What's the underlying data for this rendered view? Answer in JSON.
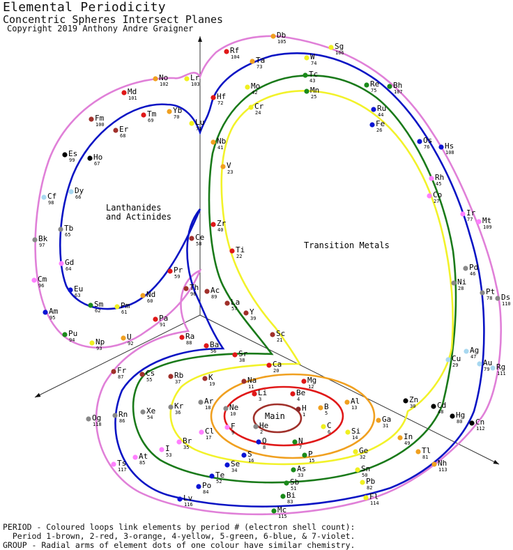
{
  "header": {
    "title": "Elemental Periodicity",
    "subtitle": "Concentric Spheres Intersect Planes",
    "copyright": "Copyright 2019 Anthony Andre Graigner"
  },
  "regions": {
    "lanthanides_line1": "Lanthanides",
    "lanthanides_line2": "and Actinides",
    "transition": "Transition Metals",
    "main": "Main"
  },
  "footer": {
    "line1": "PERIOD - Coloured loops link elements by period # (electron shell count):",
    "line2": "  Period 1-brown, 2-red, 3-orange, 4-yellow, 5-green, 6-blue, & 7-violet.",
    "line3": "GROUP - Radial arms of element dots of one colour have similar chemistry."
  },
  "colors": {
    "period1": "#a0302a",
    "period2": "#e01818",
    "period3": "#f0a020",
    "period4": "#f2f22a",
    "period5": "#1a7a1a",
    "period6": "#0a14b4",
    "period7": "#e080d8",
    "alkali": "#e01818",
    "alkaline": "#e01818",
    "transition": "#0000ff",
    "noble": "#888888",
    "halogen": "#ff80ff",
    "other": "#1a8a1a"
  },
  "elements": [
    {
      "sym": "H",
      "num": "1",
      "color": "#8a2a2a"
    },
    {
      "sym": "He",
      "num": "2",
      "color": "#888888"
    },
    {
      "sym": "Li",
      "num": "3",
      "color": "#e01818"
    },
    {
      "sym": "Be",
      "num": "4",
      "color": "#e01818"
    },
    {
      "sym": "B",
      "num": "5",
      "color": "#f0a020"
    },
    {
      "sym": "C",
      "num": "6",
      "color": "#f0f020"
    },
    {
      "sym": "N",
      "num": "7",
      "color": "#1a8a1a"
    },
    {
      "sym": "O",
      "num": "8",
      "color": "#0a14d4"
    },
    {
      "sym": "F",
      "num": "9",
      "color": "#ff80ff"
    },
    {
      "sym": "Ne",
      "num": "10",
      "color": "#888888"
    },
    {
      "sym": "Na",
      "num": "11",
      "color": "#a0302a"
    },
    {
      "sym": "Mg",
      "num": "12",
      "color": "#e01818"
    },
    {
      "sym": "Al",
      "num": "13",
      "color": "#f0a020"
    },
    {
      "sym": "Si",
      "num": "14",
      "color": "#f0f020"
    },
    {
      "sym": "P",
      "num": "15",
      "color": "#1a8a1a"
    },
    {
      "sym": "S",
      "num": "16",
      "color": "#0a14d4"
    },
    {
      "sym": "Cl",
      "num": "17",
      "color": "#ff80ff"
    },
    {
      "sym": "Ar",
      "num": "18",
      "color": "#888888"
    },
    {
      "sym": "K",
      "num": "19",
      "color": "#a0302a"
    },
    {
      "sym": "Ca",
      "num": "20",
      "color": "#e01818"
    },
    {
      "sym": "Sc",
      "num": "21",
      "color": "#a0302a"
    },
    {
      "sym": "Ti",
      "num": "22",
      "color": "#e01818"
    },
    {
      "sym": "V",
      "num": "23",
      "color": "#f0a020"
    },
    {
      "sym": "Cr",
      "num": "24",
      "color": "#f0f020"
    },
    {
      "sym": "Mn",
      "num": "25",
      "color": "#1a8a1a"
    },
    {
      "sym": "Fe",
      "num": "26",
      "color": "#0a14d4"
    },
    {
      "sym": "Co",
      "num": "27",
      "color": "#ff80ff"
    },
    {
      "sym": "Ni",
      "num": "28",
      "color": "#888888"
    },
    {
      "sym": "Cu",
      "num": "29",
      "color": "#a8d8f0"
    },
    {
      "sym": "Zn",
      "num": "30",
      "color": "#000000"
    },
    {
      "sym": "Ga",
      "num": "31",
      "color": "#f0a020"
    },
    {
      "sym": "Ge",
      "num": "32",
      "color": "#f0f020"
    },
    {
      "sym": "As",
      "num": "33",
      "color": "#1a8a1a"
    },
    {
      "sym": "Se",
      "num": "34",
      "color": "#0a14d4"
    },
    {
      "sym": "Br",
      "num": "35",
      "color": "#ff80ff"
    },
    {
      "sym": "Kr",
      "num": "36",
      "color": "#888888"
    },
    {
      "sym": "Rb",
      "num": "37",
      "color": "#a0302a"
    },
    {
      "sym": "Sr",
      "num": "38",
      "color": "#e01818"
    },
    {
      "sym": "Y",
      "num": "39",
      "color": "#a0302a"
    },
    {
      "sym": "Zr",
      "num": "40",
      "color": "#e01818"
    },
    {
      "sym": "Nb",
      "num": "41",
      "color": "#f0a020"
    },
    {
      "sym": "Mo",
      "num": "42",
      "color": "#f0f020"
    },
    {
      "sym": "Tc",
      "num": "43",
      "color": "#1a8a1a"
    },
    {
      "sym": "Ru",
      "num": "44",
      "color": "#0a14d4"
    },
    {
      "sym": "Rh",
      "num": "45",
      "color": "#ff80ff"
    },
    {
      "sym": "Pd",
      "num": "46",
      "color": "#888888"
    },
    {
      "sym": "Ag",
      "num": "47",
      "color": "#a8d8f0"
    },
    {
      "sym": "Cd",
      "num": "48",
      "color": "#000000"
    },
    {
      "sym": "In",
      "num": "49",
      "color": "#f0a020"
    },
    {
      "sym": "Sn",
      "num": "50",
      "color": "#f0f020"
    },
    {
      "sym": "Sb",
      "num": "51",
      "color": "#1a8a1a"
    },
    {
      "sym": "Te",
      "num": "52",
      "color": "#0a14d4"
    },
    {
      "sym": "I",
      "num": "53",
      "color": "#ff80ff"
    },
    {
      "sym": "Xe",
      "num": "54",
      "color": "#888888"
    },
    {
      "sym": "Cs",
      "num": "55",
      "color": "#a0302a"
    },
    {
      "sym": "Ba",
      "num": "56",
      "color": "#e01818"
    },
    {
      "sym": "La",
      "num": "57",
      "color": "#a0302a"
    },
    {
      "sym": "Ce",
      "num": "58",
      "color": "#a0302a"
    },
    {
      "sym": "Pr",
      "num": "59",
      "color": "#e01818"
    },
    {
      "sym": "Nd",
      "num": "60",
      "color": "#f0a020"
    },
    {
      "sym": "Pm",
      "num": "61",
      "color": "#f0f020"
    },
    {
      "sym": "Sm",
      "num": "62",
      "color": "#1a8a1a"
    },
    {
      "sym": "Eu",
      "num": "63",
      "color": "#0a14d4"
    },
    {
      "sym": "Gd",
      "num": "64",
      "color": "#ff80ff"
    },
    {
      "sym": "Tb",
      "num": "65",
      "color": "#888888"
    },
    {
      "sym": "Dy",
      "num": "66",
      "color": "#a8d8f0"
    },
    {
      "sym": "Ho",
      "num": "67",
      "color": "#000000"
    },
    {
      "sym": "Er",
      "num": "68",
      "color": "#a0302a"
    },
    {
      "sym": "Tm",
      "num": "69",
      "color": "#e01818"
    },
    {
      "sym": "Yb",
      "num": "70",
      "color": "#f0a020"
    },
    {
      "sym": "Lu",
      "num": "71",
      "color": "#f0f020"
    },
    {
      "sym": "Hf",
      "num": "72",
      "color": "#e01818"
    },
    {
      "sym": "Ta",
      "num": "73",
      "color": "#f0a020"
    },
    {
      "sym": "W",
      "num": "74",
      "color": "#f0f020"
    },
    {
      "sym": "Re",
      "num": "75",
      "color": "#1a8a1a"
    },
    {
      "sym": "Os",
      "num": "76",
      "color": "#0a14d4"
    },
    {
      "sym": "Ir",
      "num": "77",
      "color": "#ff80ff"
    },
    {
      "sym": "Pt",
      "num": "78",
      "color": "#888888"
    },
    {
      "sym": "Au",
      "num": "79",
      "color": "#a8d8f0"
    },
    {
      "sym": "Hg",
      "num": "80",
      "color": "#000000"
    },
    {
      "sym": "Tl",
      "num": "81",
      "color": "#f0a020"
    },
    {
      "sym": "Pb",
      "num": "82",
      "color": "#f0f020"
    },
    {
      "sym": "Bi",
      "num": "83",
      "color": "#1a8a1a"
    },
    {
      "sym": "Po",
      "num": "84",
      "color": "#0a14d4"
    },
    {
      "sym": "At",
      "num": "85",
      "color": "#ff80ff"
    },
    {
      "sym": "Rn",
      "num": "86",
      "color": "#888888"
    },
    {
      "sym": "Fr",
      "num": "87",
      "color": "#a0302a"
    },
    {
      "sym": "Ra",
      "num": "88",
      "color": "#e01818"
    },
    {
      "sym": "Ac",
      "num": "89",
      "color": "#a0302a"
    },
    {
      "sym": "Th",
      "num": "90",
      "color": "#a0302a"
    },
    {
      "sym": "Pa",
      "num": "91",
      "color": "#e01818"
    },
    {
      "sym": "U",
      "num": "92",
      "color": "#f0a020"
    },
    {
      "sym": "Np",
      "num": "93",
      "color": "#f0f020"
    },
    {
      "sym": "Pu",
      "num": "94",
      "color": "#1a8a1a"
    },
    {
      "sym": "Am",
      "num": "95",
      "color": "#0a14d4"
    },
    {
      "sym": "Cm",
      "num": "96",
      "color": "#ff80ff"
    },
    {
      "sym": "Bk",
      "num": "97",
      "color": "#888888"
    },
    {
      "sym": "Cf",
      "num": "98",
      "color": "#a8d8f0"
    },
    {
      "sym": "Es",
      "num": "99",
      "color": "#000000"
    },
    {
      "sym": "Fm",
      "num": "100",
      "color": "#a0302a"
    },
    {
      "sym": "Md",
      "num": "101",
      "color": "#e01818"
    },
    {
      "sym": "No",
      "num": "102",
      "color": "#f0a020"
    },
    {
      "sym": "Lr",
      "num": "103",
      "color": "#f0f020"
    },
    {
      "sym": "Rf",
      "num": "104",
      "color": "#e01818"
    },
    {
      "sym": "Db",
      "num": "105",
      "color": "#f0a020"
    },
    {
      "sym": "Sg",
      "num": "106",
      "color": "#f0f020"
    },
    {
      "sym": "Bh",
      "num": "107",
      "color": "#1a8a1a"
    },
    {
      "sym": "Hs",
      "num": "108",
      "color": "#0a14d4"
    },
    {
      "sym": "Mt",
      "num": "109",
      "color": "#ff80ff"
    },
    {
      "sym": "Ds",
      "num": "110",
      "color": "#888888"
    },
    {
      "sym": "Rg",
      "num": "111",
      "color": "#a8d8f0"
    },
    {
      "sym": "Cn",
      "num": "112",
      "color": "#000000"
    },
    {
      "sym": "Nh",
      "num": "113",
      "color": "#f0a020"
    },
    {
      "sym": "Fl",
      "num": "114",
      "color": "#f0f020"
    },
    {
      "sym": "Mc",
      "num": "115",
      "color": "#1a8a1a"
    },
    {
      "sym": "Lv",
      "num": "116",
      "color": "#0a14d4"
    },
    {
      "sym": "Ts",
      "num": "117",
      "color": "#ff80ff"
    },
    {
      "sym": "Og",
      "num": "118",
      "color": "#888888"
    }
  ]
}
